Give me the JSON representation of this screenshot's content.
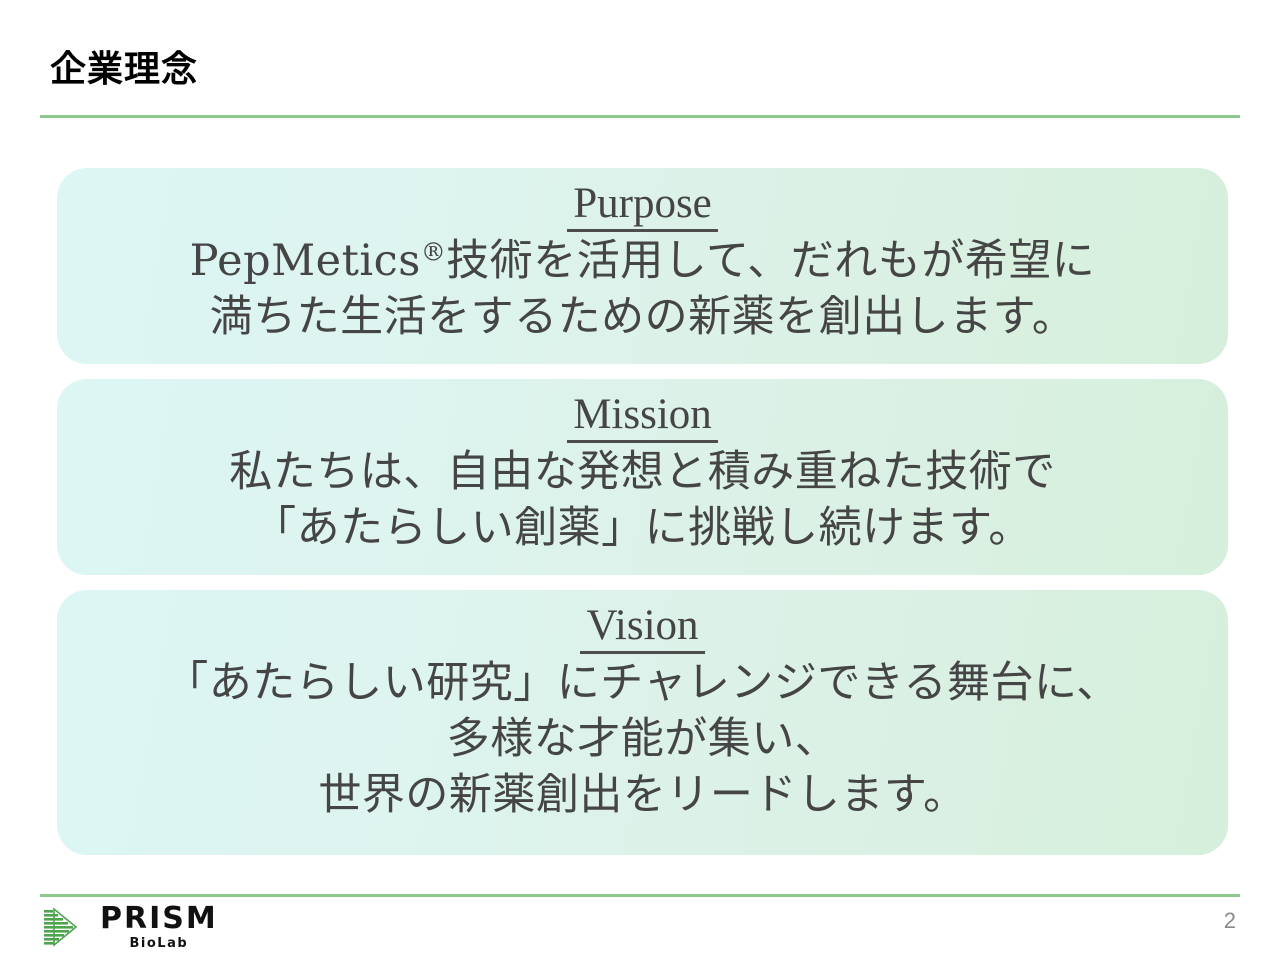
{
  "header": {
    "title": "企業理念",
    "rule_color": "#8DC88D"
  },
  "cards": [
    {
      "id": "purpose",
      "heading": "Purpose",
      "lines": [
        "PepMetics®技術を活用して、だれもが希望に",
        "満ちた生活をするための新薬を創出します。"
      ]
    },
    {
      "id": "mission",
      "heading": "Mission",
      "lines": [
        "私たちは、自由な発想と積み重ねた技術で",
        "「あたらしい創薬」に挑戦し続けます。"
      ]
    },
    {
      "id": "vision",
      "heading": "Vision",
      "lines": [
        "「あたらしい研究」にチャレンジできる舞台に、",
        "多様な才能が集い、",
        "世界の新薬創出をリードします。"
      ]
    }
  ],
  "card_style": {
    "gradient_start": "#DCF6F4",
    "gradient_end": "#D6EFDC",
    "text_color": "#454545"
  },
  "footer": {
    "rule_color": "#8DC88D",
    "logo_word": "PRISM",
    "logo_sub": "BioLab",
    "logo_mark_color": "#4FA44F",
    "page_number": "2"
  }
}
